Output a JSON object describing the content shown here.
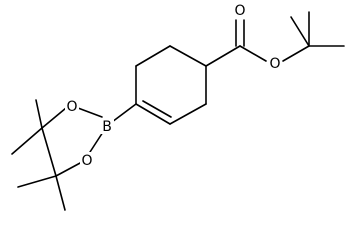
{
  "molecule": {
    "atom_labels": {
      "carbonyl_oxygen": "O",
      "ester_oxygen": "O",
      "boron": "B",
      "ring_oxygen_upper": "O",
      "ring_oxygen_lower": "O"
    }
  }
}
